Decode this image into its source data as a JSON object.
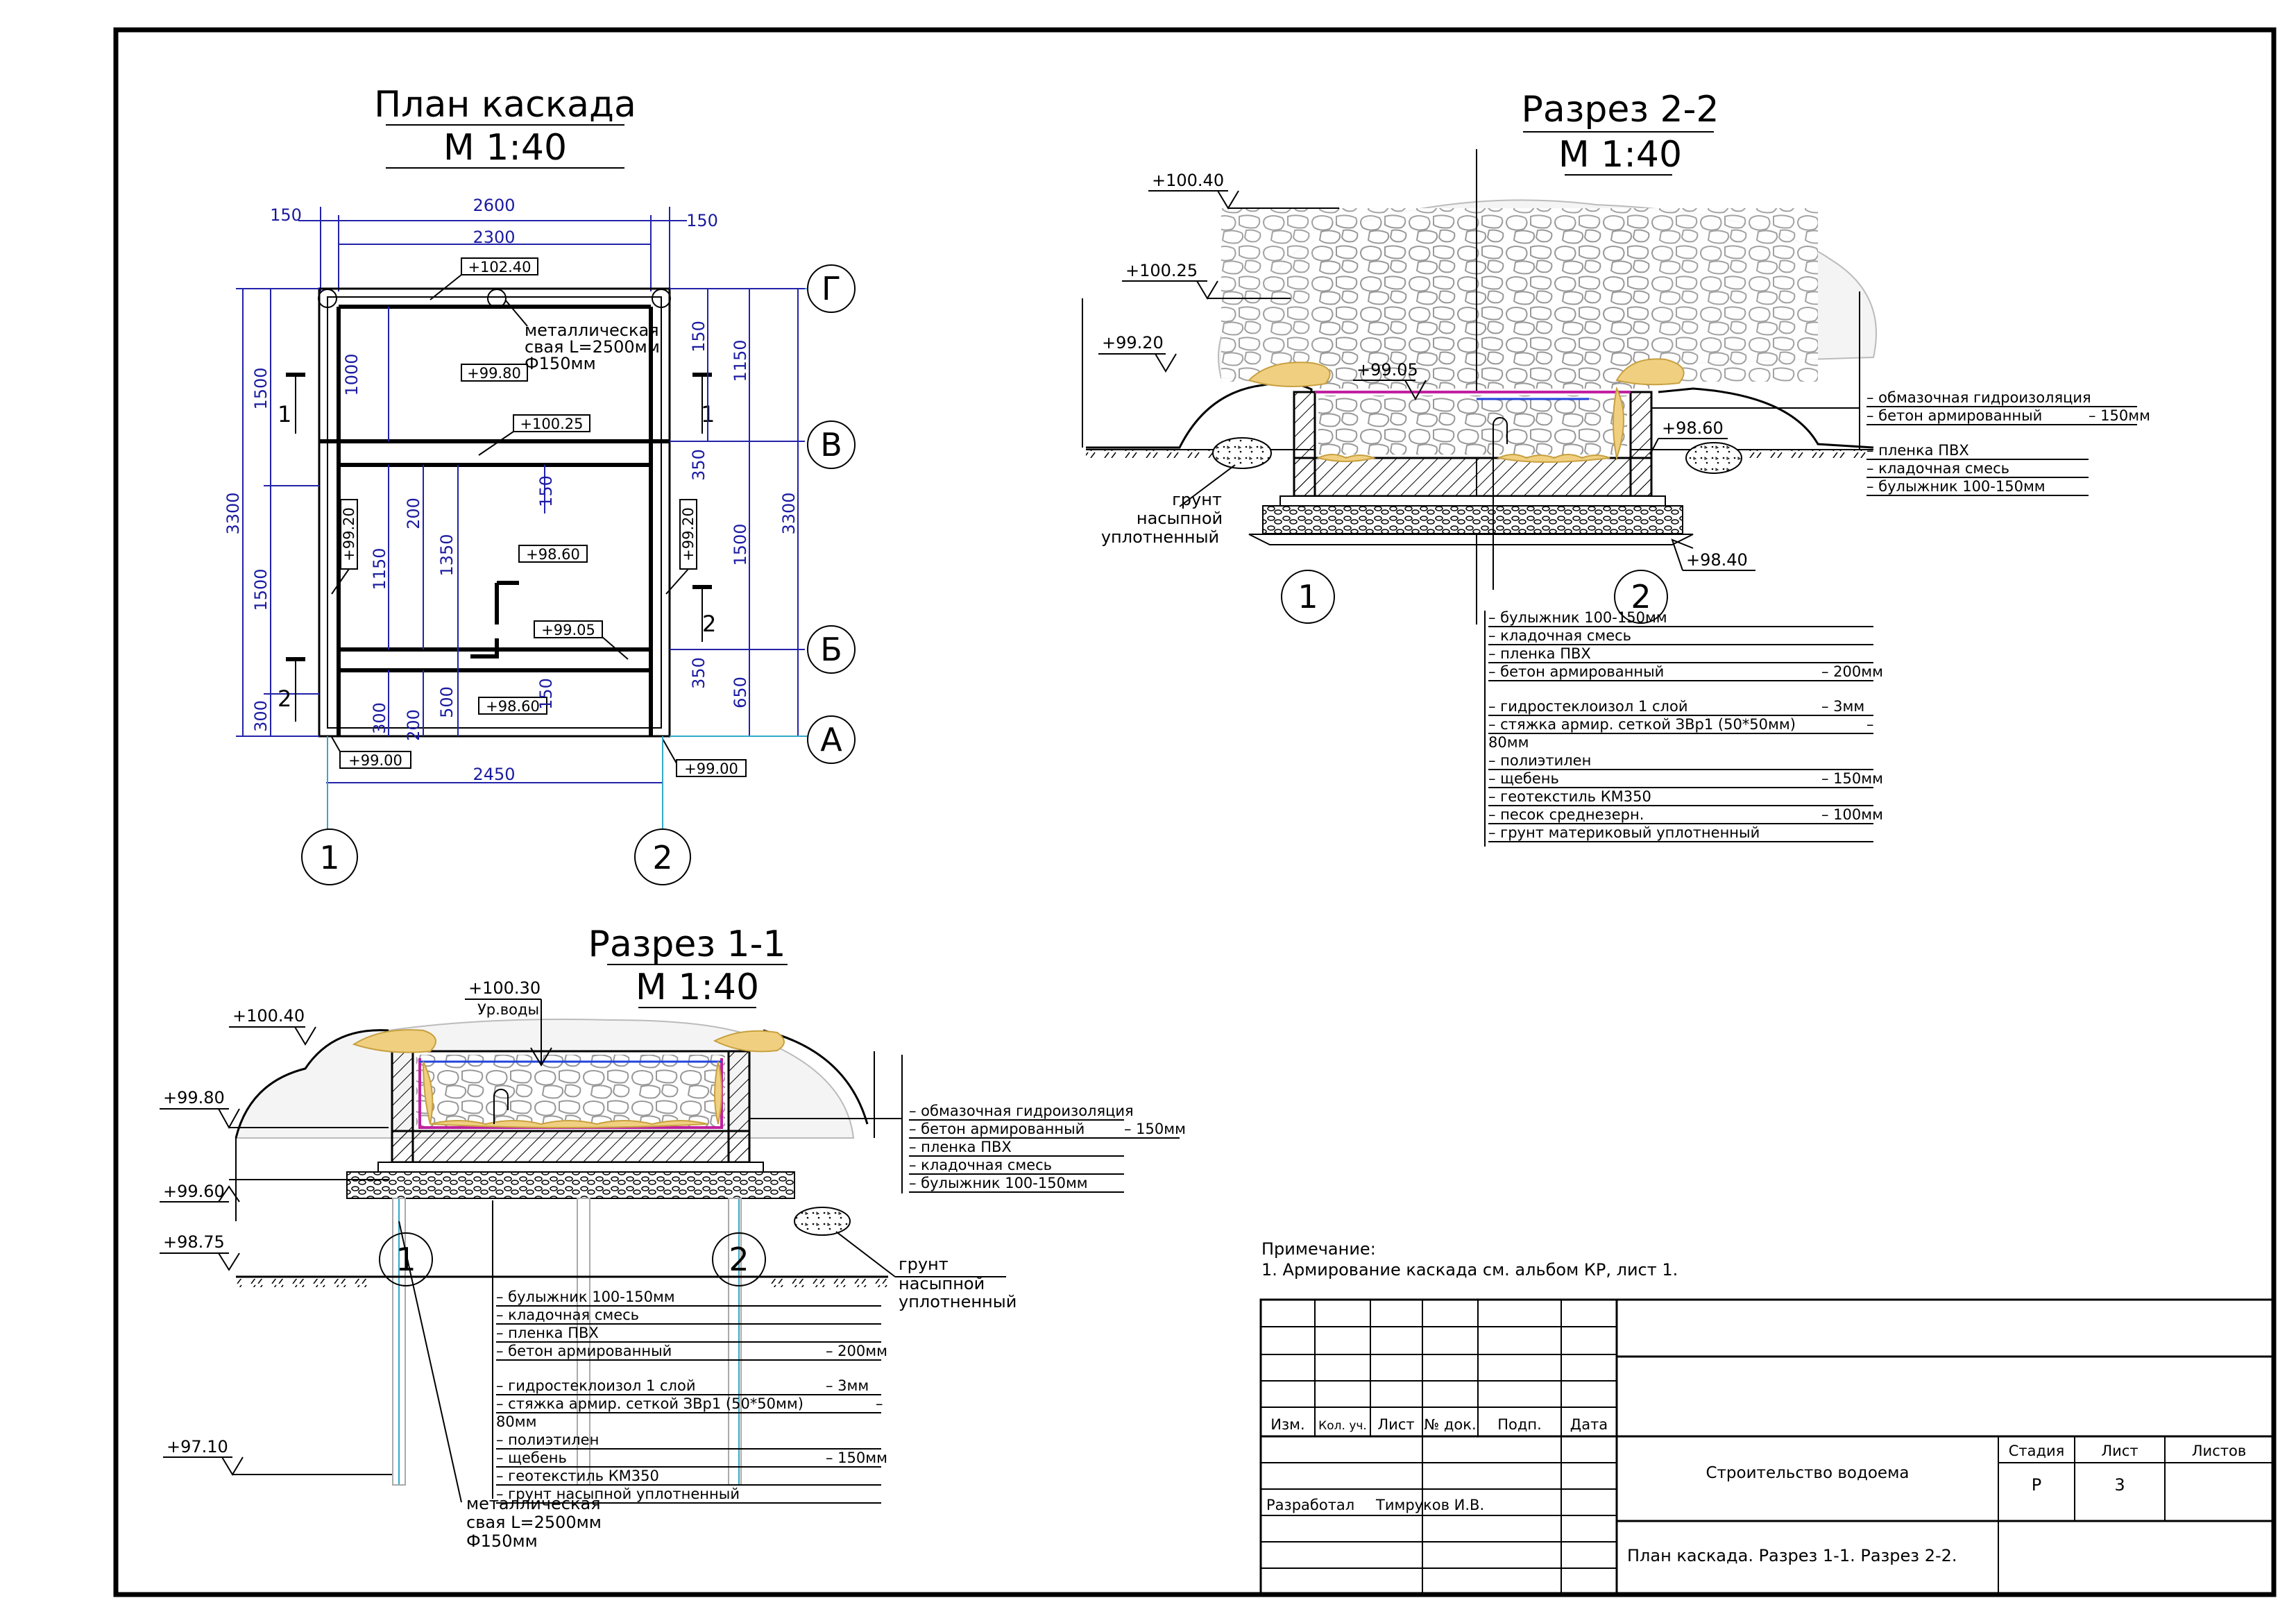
{
  "plan": {
    "title": "План каскада",
    "scale": "М 1:40",
    "dims": {
      "top_overall": "2600",
      "top_inner": "2300",
      "top_left": "150",
      "top_right": "150",
      "left_total": "3300",
      "left_1500a": "1500",
      "left_1500b": "1500",
      "left_300": "300",
      "left_1000": "1000",
      "left_1150": "1150",
      "left_200a": "200",
      "left_200b": "200",
      "left_300b": "300",
      "mid_1350": "1350",
      "mid_500": "500",
      "mid_150a": "150",
      "mid_150b": "150",
      "right_total": "3300",
      "right_1150": "1150",
      "right_1500": "1500",
      "right_650": "650",
      "right_150": "150",
      "right_350a": "350",
      "right_350b": "350",
      "bottom": "2450"
    },
    "elev": {
      "e10240": "+102.40",
      "e9980": "+99.80",
      "e10025": "+100.25",
      "e9860a": "+98.60",
      "e9905": "+99.05",
      "e9860b": "+98.60",
      "e9920a": "+99.20",
      "e9920b": "+99.20",
      "e9900a": "+99.00",
      "e9900b": "+99.00"
    },
    "pile_note": [
      "металлическая",
      "свая L=2500мм",
      "Ф150мм"
    ],
    "cut_marks": {
      "c1l": "1",
      "c1r": "1",
      "c2l": "2",
      "c2r": "2"
    },
    "axes_h": [
      "Г",
      "В",
      "Б",
      "А"
    ],
    "axes_v": [
      "1",
      "2"
    ]
  },
  "section22": {
    "title": "Разрез 2-2",
    "scale": "М 1:40",
    "elev": {
      "e10040": "+100.40",
      "e10025": "+100.25",
      "e9920": "+99.20",
      "e9905": "+99.05",
      "e9860": "+98.60",
      "e9840": "+98.40"
    },
    "soil_label": [
      "грунт",
      "насыпной",
      "уплотненный"
    ],
    "axes": [
      "1",
      "2"
    ],
    "wall_layers": [
      {
        "name": "– обмазочная гидроизоляция",
        "value": ""
      },
      {
        "name": "– бетон армированный",
        "value": "– 150мм"
      },
      {
        "name": "– пленка ПВХ",
        "value": ""
      },
      {
        "name": "– кладочная смесь",
        "value": ""
      },
      {
        "name": "– булыжник 100-150мм",
        "value": ""
      }
    ],
    "base_layers": [
      {
        "name": "– булыжник 100-150мм",
        "value": ""
      },
      {
        "name": "– кладочная смесь",
        "value": ""
      },
      {
        "name": "– пленка ПВХ",
        "value": ""
      },
      {
        "name": "– бетон армированный",
        "value": "– 200мм"
      },
      {
        "name": "– гидростеклоизол 1 слой",
        "value": "– 3мм"
      },
      {
        "name": "– стяжка армир. сеткой ЗВр1 (50*50мм)",
        "value": "–"
      },
      {
        "name": "80мм",
        "value": ""
      },
      {
        "name": "– полиэтилен",
        "value": ""
      },
      {
        "name": "– щебень",
        "value": "– 150мм"
      },
      {
        "name": "– геотекстиль КМ350",
        "value": ""
      },
      {
        "name": "– песок среднезерн.",
        "value": "– 100мм"
      },
      {
        "name": "– грунт материковый уплотненный",
        "value": ""
      }
    ]
  },
  "section11": {
    "title": "Разрез 1-1",
    "scale": "М 1:40",
    "elev": {
      "e10030": "+100.30",
      "water": "Ур.воды",
      "e10040": "+100.40",
      "e9980": "+99.80",
      "e9960": "+99.60",
      "e9875": "+98.75",
      "e9710": "+97.10"
    },
    "soil_label": [
      "грунт",
      "насыпной",
      "уплотненный"
    ],
    "pile_note": [
      "металлическая",
      "свая L=2500мм",
      "Ф150мм"
    ],
    "axes": [
      "1",
      "2"
    ],
    "wall_layers": [
      {
        "name": "– обмазочная гидроизоляция",
        "value": ""
      },
      {
        "name": "– бетон армированный",
        "value": "– 150мм"
      },
      {
        "name": "– пленка ПВХ",
        "value": ""
      },
      {
        "name": "– кладочная смесь",
        "value": ""
      },
      {
        "name": "– булыжник 100-150мм",
        "value": ""
      }
    ],
    "base_layers": [
      {
        "name": "– булыжник 100-150мм",
        "value": ""
      },
      {
        "name": "– кладочная смесь",
        "value": ""
      },
      {
        "name": "– пленка ПВХ",
        "value": ""
      },
      {
        "name": "– бетон армированный",
        "value": "– 200мм"
      },
      {
        "name": "– гидростеклоизол 1 слой",
        "value": "– 3мм"
      },
      {
        "name": "– стяжка армир. сеткой ЗВр1 (50*50мм)",
        "value": "–"
      },
      {
        "name": "80мм",
        "value": ""
      },
      {
        "name": "– полиэтилен",
        "value": ""
      },
      {
        "name": "– щебень",
        "value": "– 150мм"
      },
      {
        "name": "– геотекстиль КМ350",
        "value": ""
      },
      {
        "name": "– грунт насыпной уплотненный",
        "value": ""
      }
    ]
  },
  "note": {
    "heading": "Примечание:",
    "line1": "1. Армирование каскада см. альбом КР, лист 1."
  },
  "stamp": {
    "cols": [
      "Изм.",
      "Кол. уч.",
      "Лист",
      "№ док.",
      "Подп.",
      "Дата"
    ],
    "developed_label": "Разработал",
    "developed_name": "Тимруков И.В.",
    "project": "Строительство водоема",
    "sheet_title": "План каскада. Разрез 1-1. Разрез 2-2.",
    "stage_label": "Стадия",
    "sheet_label": "Лист",
    "sheets_label": "Листов",
    "stage": "Р",
    "sheet": "3"
  }
}
